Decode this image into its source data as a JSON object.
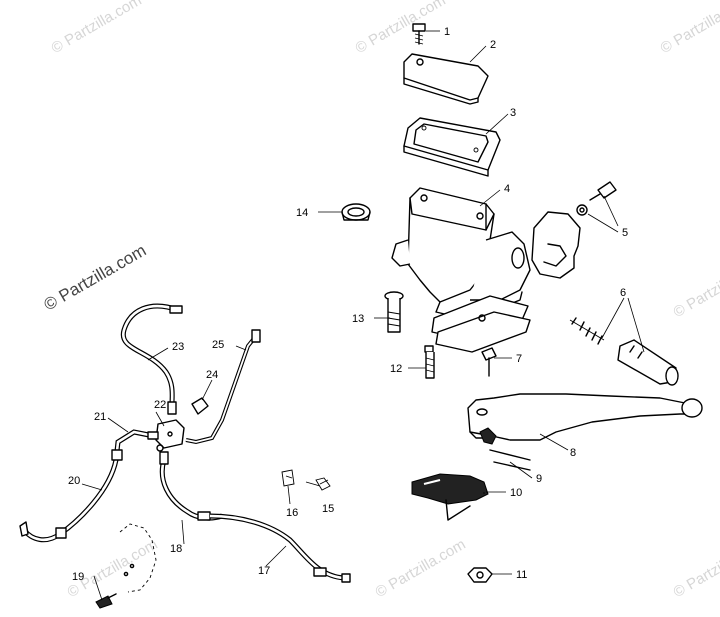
{
  "watermark_text": "© Partzilla.com",
  "callouts": [
    "1",
    "2",
    "3",
    "4",
    "5",
    "6",
    "7",
    "8",
    "9",
    "10",
    "11",
    "12",
    "13",
    "14",
    "15",
    "16",
    "17",
    "18",
    "19",
    "20",
    "21",
    "22",
    "23",
    "24",
    "25"
  ]
}
